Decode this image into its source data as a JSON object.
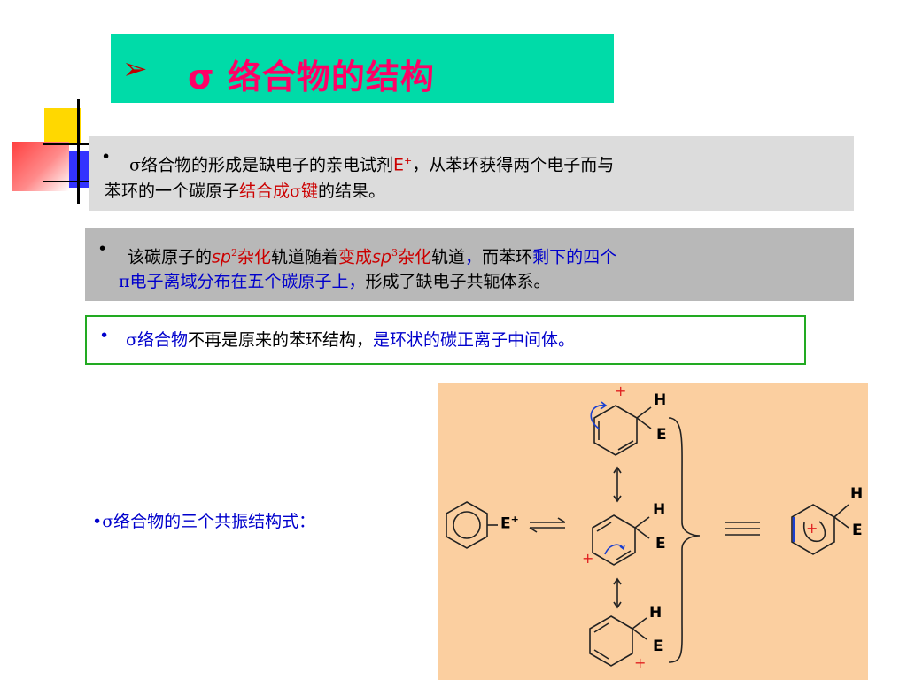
{
  "title": {
    "arrow": "➢",
    "text": "σ 络合物的结构"
  },
  "p1": {
    "bullet": "•",
    "line1_a": "σ络合物的形成是缺电子的亲电试剂",
    "line1_e": "E",
    "line1_sup": "+",
    "line1_b": "，从苯环获得两个电子而与",
    "line2_a": "苯环的一个碳原子",
    "line2_red": "结合成σ键",
    "line2_b": "的结果。"
  },
  "p2": {
    "bullet": "•",
    "a": "该碳原子的",
    "sp": "sp",
    "sup2": "2",
    "hyb1": "杂化",
    "b": "轨道随着",
    "change": "变成",
    "sp3": "sp",
    "sup3": "3",
    "hyb2": "杂化",
    "c": "轨道",
    "comma": "，",
    "d": "而苯环",
    "blue1": "剩下的四个",
    "line2_blue": "π电子离域分布在五个碳原子上",
    "line2_comma": "，",
    "line2_rest": "形成了缺电子共轭体系。"
  },
  "p3": {
    "bullet": "•",
    "blue1": "σ络合物",
    "mid": "不再是原来的苯环结构，",
    "blue2": "是环状的碳正离子中间体",
    "end": "。"
  },
  "resonance_label": "•σ络合物的三个共振结构式：",
  "diagram": {
    "H": "H",
    "E": "E",
    "plus": "+",
    "E_plus": "E",
    "E_plus_sup": "+"
  }
}
